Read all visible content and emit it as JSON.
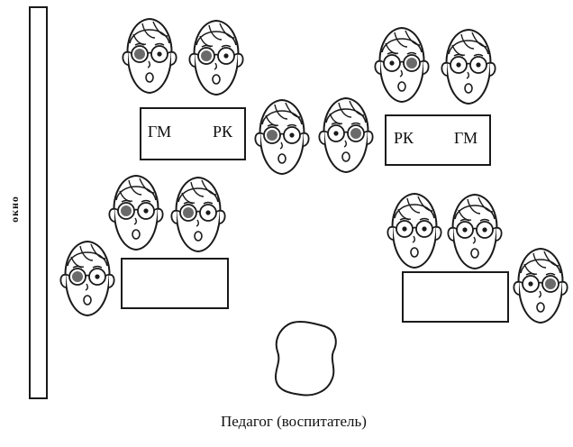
{
  "window_label": "окно",
  "teacher_label": "Педагог (воспитатель)",
  "desk_labels": {
    "top_left_a": "ГМ",
    "top_left_b": "РК",
    "top_right_a": "РК",
    "top_right_b": "ГМ"
  },
  "colors": {
    "ink": "#1a1a1a",
    "lens_tinted": "#6a6a6a",
    "background": "#ffffff"
  },
  "icons": {
    "child": "child-with-glasses-icon",
    "teacher": "teacher-blob-icon"
  }
}
